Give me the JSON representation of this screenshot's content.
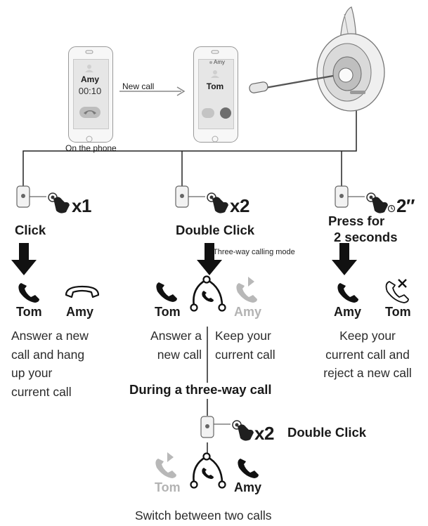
{
  "phone1": {
    "name": "Amy",
    "time": "00:10",
    "caption": "On the phone"
  },
  "arrow_label": "New call",
  "phone2": {
    "top_name": "Amy",
    "name": "Tom"
  },
  "branches": [
    {
      "multiplier": "x1",
      "action": "Click",
      "icons": [
        {
          "name": "Tom"
        },
        {
          "name": "Amy"
        }
      ],
      "description": [
        "Answer a new",
        "call and hang",
        "up your",
        "current call"
      ]
    },
    {
      "multiplier": "x2",
      "action": "Double Click",
      "mode_label": "Three-way calling mode",
      "icons": [
        {
          "name": "Tom"
        },
        {
          "name": "Amy"
        }
      ],
      "description_left": [
        "Answer a",
        "new call"
      ],
      "description_right": [
        "Keep your",
        "current call"
      ]
    },
    {
      "multiplier": "2″",
      "action": [
        "Press for",
        "2 seconds"
      ],
      "icons": [
        {
          "name": "Amy"
        },
        {
          "name": "Tom"
        }
      ],
      "description": [
        "Keep your",
        "current call and",
        "reject a new call"
      ]
    }
  ],
  "three_way": {
    "title": "During a three-way call",
    "multiplier": "x2",
    "action": "Double Click",
    "icons": [
      {
        "name": "Tom"
      },
      {
        "name": "Amy"
      }
    ],
    "caption": "Switch between two calls"
  },
  "colors": {
    "ink": "#1a1a1a",
    "muted": "#b3b3b3",
    "line": "#2b2b2b"
  }
}
